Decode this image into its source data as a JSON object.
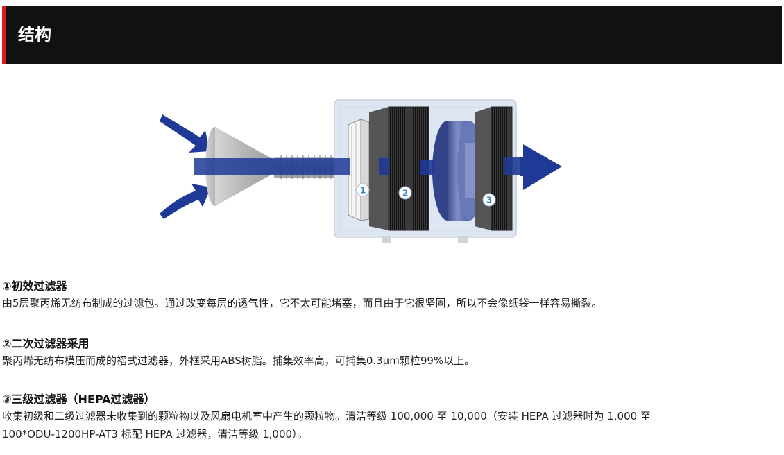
{
  "header": {
    "title": "结构"
  },
  "colors": {
    "header_bg": "#111111",
    "header_accent": "#e0191f",
    "flow_blue": "#1e3a96"
  },
  "diagram": {
    "labels": [
      "1",
      "2",
      "3"
    ]
  },
  "sections": [
    {
      "heading": "①初效过滤器",
      "lines": [
        "由5层聚丙烯无纺布制成的过滤包。通过改变每层的透气性，它不太可能堵塞，而且由于它很坚固，所以不会像纸袋一样容易撕裂。"
      ]
    },
    {
      "heading": "②二次过滤器采用",
      "lines": [
        "聚丙烯无纺布模压而成的褶式过滤器，外框采用ABS树脂。捕集效率高，可捕集0.3μm颗粒99%以上。"
      ]
    },
    {
      "heading": "③三级过滤器（HEPA过滤器）",
      "lines": [
        "收集初级和二级过滤器未收集到的颗粒物以及风扇电机室中产生的颗粒物。清洁等级 100,000 至 10,000（安装 HEPA 过滤器时为 1,000 至",
        "100*ODU-1200HP-AT3 标配 HEPA 过滤器，清洁等级 1,000）。"
      ]
    }
  ]
}
